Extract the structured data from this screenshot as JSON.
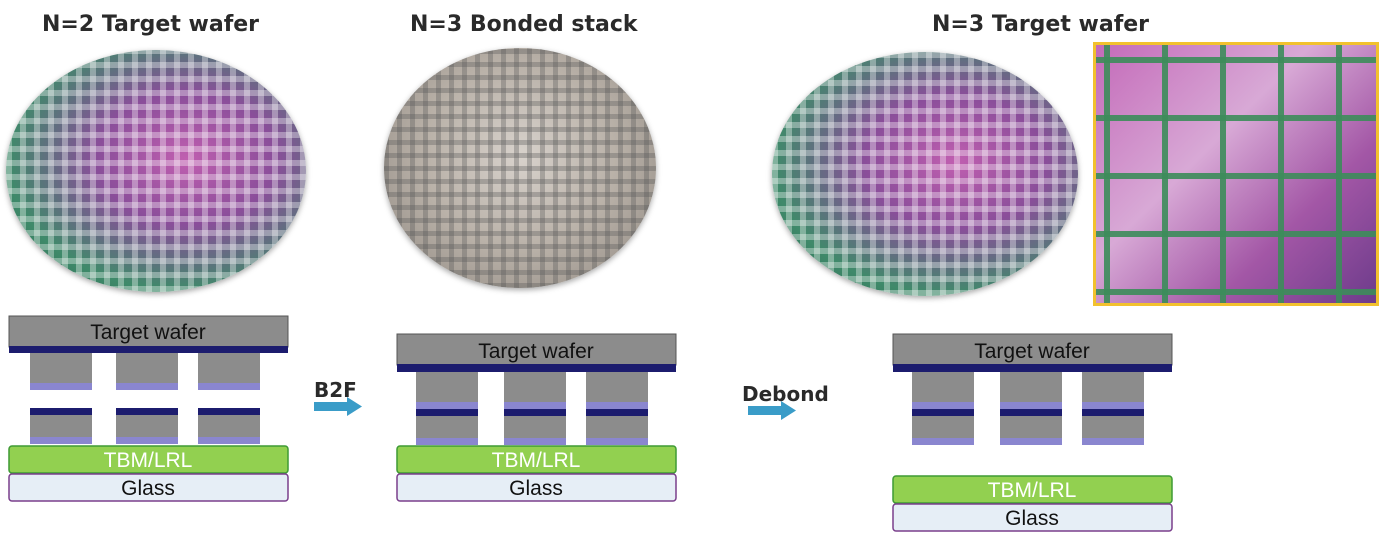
{
  "titles": {
    "n2_target": "N=2 Target wafer",
    "n3_bonded": "N=3 Bonded stack",
    "n3_target": "N=3 Target wafer"
  },
  "stacks": {
    "stack1": {
      "top": "Target wafer",
      "tbm": "TBM/LRL",
      "glass": "Glass"
    },
    "stack2": {
      "top": "Target wafer",
      "tbm": "TBM/LRL",
      "glass": "Glass"
    },
    "stack3": {
      "top": "Target wafer",
      "tbm": "TBM/LRL",
      "glass": "Glass"
    }
  },
  "steps": {
    "b2f": "B2F",
    "debond": "Debond"
  },
  "colors": {
    "gray": "#8c8c8c",
    "navy": "#1c1c6e",
    "lavender": "#8a86cf",
    "green": "#92d050",
    "glass": "#e6eef6",
    "arrow": "#3a9cc8",
    "inset_border": "#f2c12e"
  }
}
